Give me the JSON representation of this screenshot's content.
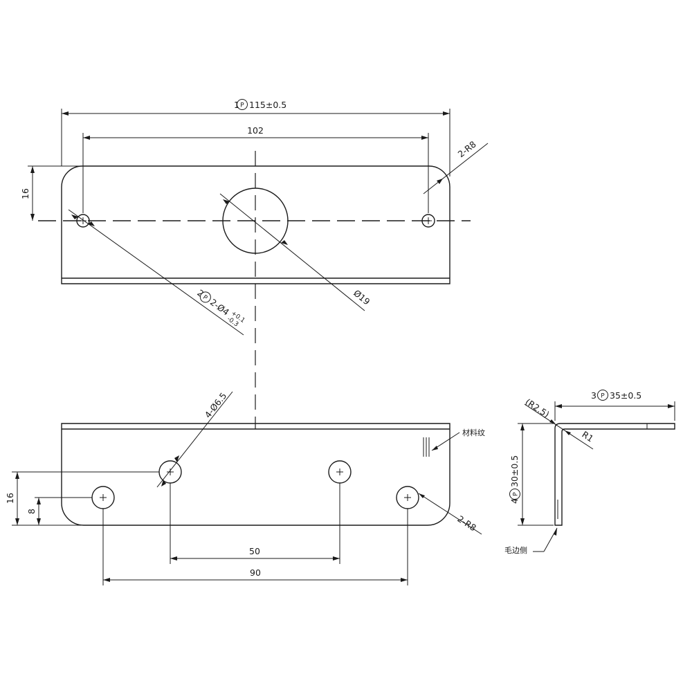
{
  "top_view": {
    "overall_length": {
      "item": "1",
      "mark": "P",
      "text": "115±0.5"
    },
    "hole_spacing": "102",
    "corner_radius": "2-R8",
    "hole_offset": "16",
    "center_hole": "Ø19",
    "small_holes": {
      "item": "2",
      "mark": "P",
      "prefix": "2-Ø4",
      "upper_tol": "+0.1",
      "lower_tol": "-0.3"
    }
  },
  "front_view": {
    "holes": "4-Ø6.5",
    "material_note": "材料纹",
    "height": "16",
    "hole_height": "8",
    "inner_spacing": "50",
    "outer_spacing": "90",
    "corner_radius": "2-R8"
  },
  "side_view": {
    "flange_length": {
      "item": "3",
      "mark": "P",
      "text": "35±0.5"
    },
    "height": {
      "item": "4",
      "mark": "P",
      "text": "30±0.5"
    },
    "outer_radius": "(R2.5)",
    "inner_radius": "R1",
    "burr_note": "毛边侧"
  }
}
